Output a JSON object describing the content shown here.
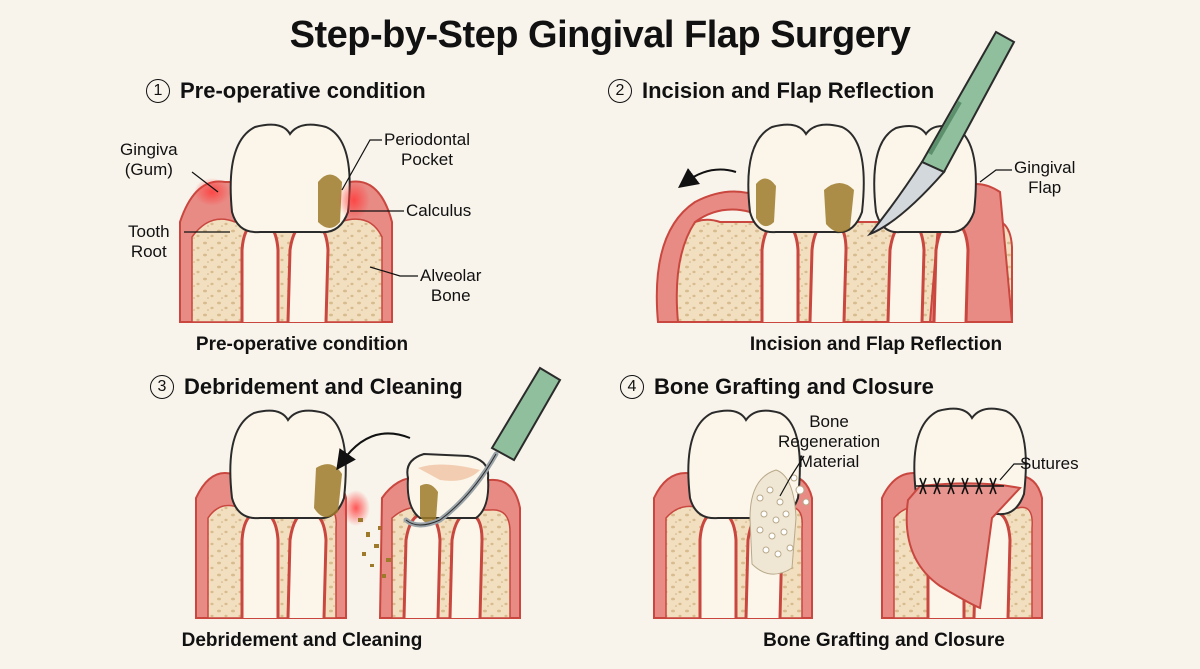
{
  "title": "Step-by-Step Gingival Flap Surgery",
  "panels": [
    {
      "number": "1",
      "heading": "Pre-operative condition",
      "caption": "Pre-operative condition",
      "labels": {
        "gingiva_line1": "Gingiva",
        "gingiva_line2": "(Gum)",
        "root_line1": "Tooth",
        "root_line2": "Root",
        "pocket_line1": "Periodontal",
        "pocket_line2": "Pocket",
        "calculus": "Calculus",
        "bone_line1": "Alveolar",
        "bone_line2": "Bone"
      }
    },
    {
      "number": "2",
      "heading": "Incision and Flap Reflection",
      "caption": "Incision and Flap Reflection",
      "labels": {
        "flap_line1": "Gingival",
        "flap_line2": "Flap"
      }
    },
    {
      "number": "3",
      "heading": "Debridement and Cleaning",
      "caption": "Debridement and Cleaning",
      "labels": {}
    },
    {
      "number": "4",
      "heading": "Bone Grafting and Closure",
      "caption": "Bone Grafting and Closure",
      "labels": {
        "graft_line1": "Bone",
        "graft_line2": "Regeneration",
        "graft_line3": "Material",
        "sutures": "Sutures"
      }
    }
  ],
  "colors": {
    "gum": "#e98b85",
    "gum_dark": "#c9473f",
    "bone": "#f1dfc0",
    "tooth": "#fbf6e9",
    "calculus": "#9c7a2a",
    "instrument": "#8fbf9c"
  }
}
